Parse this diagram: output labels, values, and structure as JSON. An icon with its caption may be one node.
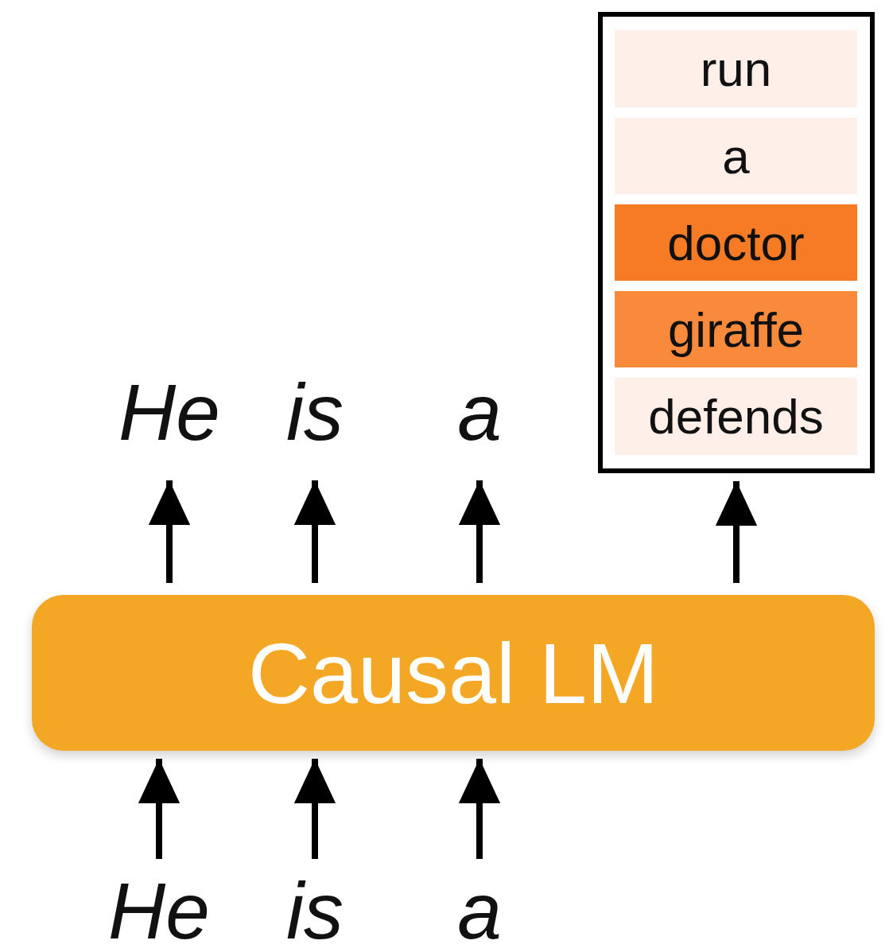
{
  "diagram": {
    "nodes": [
      {
        "text": [
          "Causal LM"
        ]
      },
      {
        "text": [
          "He"
        ]
      },
      {
        "text": [
          "is"
        ]
      },
      {
        "text": [
          "a"
        ]
      },
      {
        "text": [
          "He"
        ]
      },
      {
        "text": [
          "is"
        ]
      },
      {
        "text": [
          "a"
        ]
      },
      {
        "text": [],
        "shape": "box"
      },
      {
        "text": [
          "run"
        ],
        "in": 7
      },
      {
        "text": [
          "a"
        ],
        "in": 7
      },
      {
        "text": [
          "doctor"
        ],
        "in": 7
      },
      {
        "text": [
          "giraffe"
        ],
        "in": 7
      },
      {
        "text": [
          "defends"
        ],
        "in": 7
      }
    ],
    "edges": [
      {
        "from": 1,
        "to": 0,
        "arrow": "to"
      },
      {
        "from": 2,
        "to": 0,
        "arrow": "to"
      },
      {
        "from": 3,
        "to": 0,
        "arrow": "to"
      },
      {
        "from": 0,
        "to": 4,
        "arrow": "to"
      },
      {
        "from": 0,
        "to": 5,
        "arrow": "to"
      },
      {
        "from": 0,
        "to": 6,
        "arrow": "to"
      },
      {
        "from": 0,
        "to": 7,
        "arrow": "to"
      }
    ]
  }
}
